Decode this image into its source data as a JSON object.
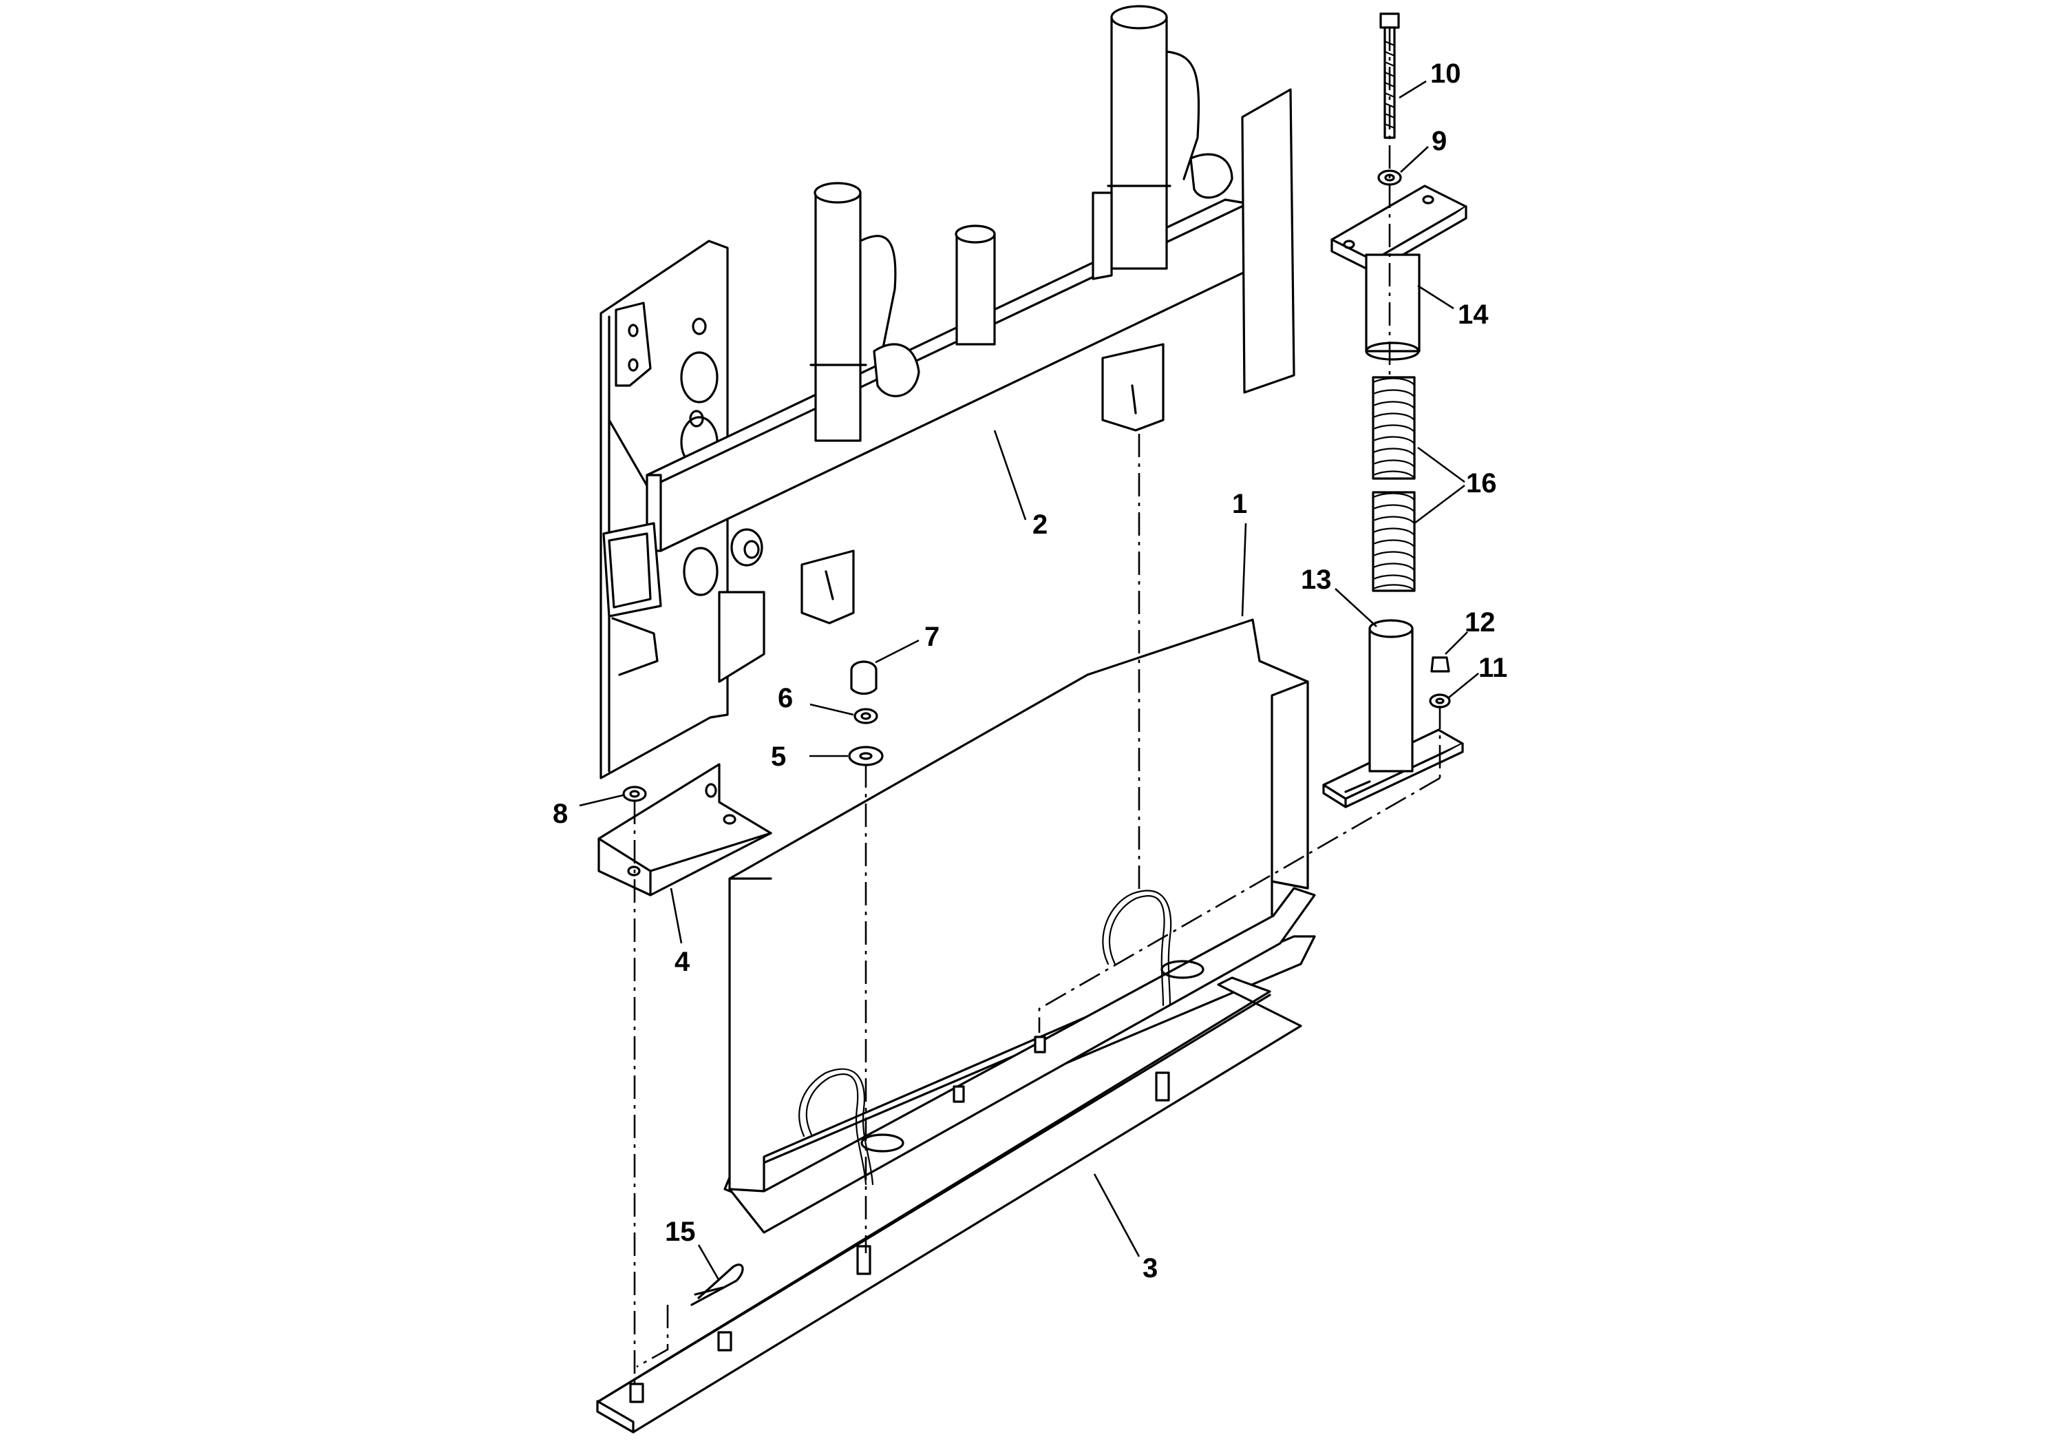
{
  "diagram": {
    "type": "exploded parts drawing",
    "callouts": [
      {
        "id": "c1",
        "text": "1"
      },
      {
        "id": "c2",
        "text": "2"
      },
      {
        "id": "c3",
        "text": "3"
      },
      {
        "id": "c4",
        "text": "4"
      },
      {
        "id": "c5",
        "text": "5"
      },
      {
        "id": "c6",
        "text": "6"
      },
      {
        "id": "c7",
        "text": "7"
      },
      {
        "id": "c8",
        "text": "8"
      },
      {
        "id": "c9",
        "text": "9"
      },
      {
        "id": "c10",
        "text": "10"
      },
      {
        "id": "c11",
        "text": "11"
      },
      {
        "id": "c12",
        "text": "12"
      },
      {
        "id": "c13",
        "text": "13"
      },
      {
        "id": "c14",
        "text": "14"
      },
      {
        "id": "c15",
        "text": "15"
      },
      {
        "id": "c16",
        "text": "16"
      }
    ]
  }
}
